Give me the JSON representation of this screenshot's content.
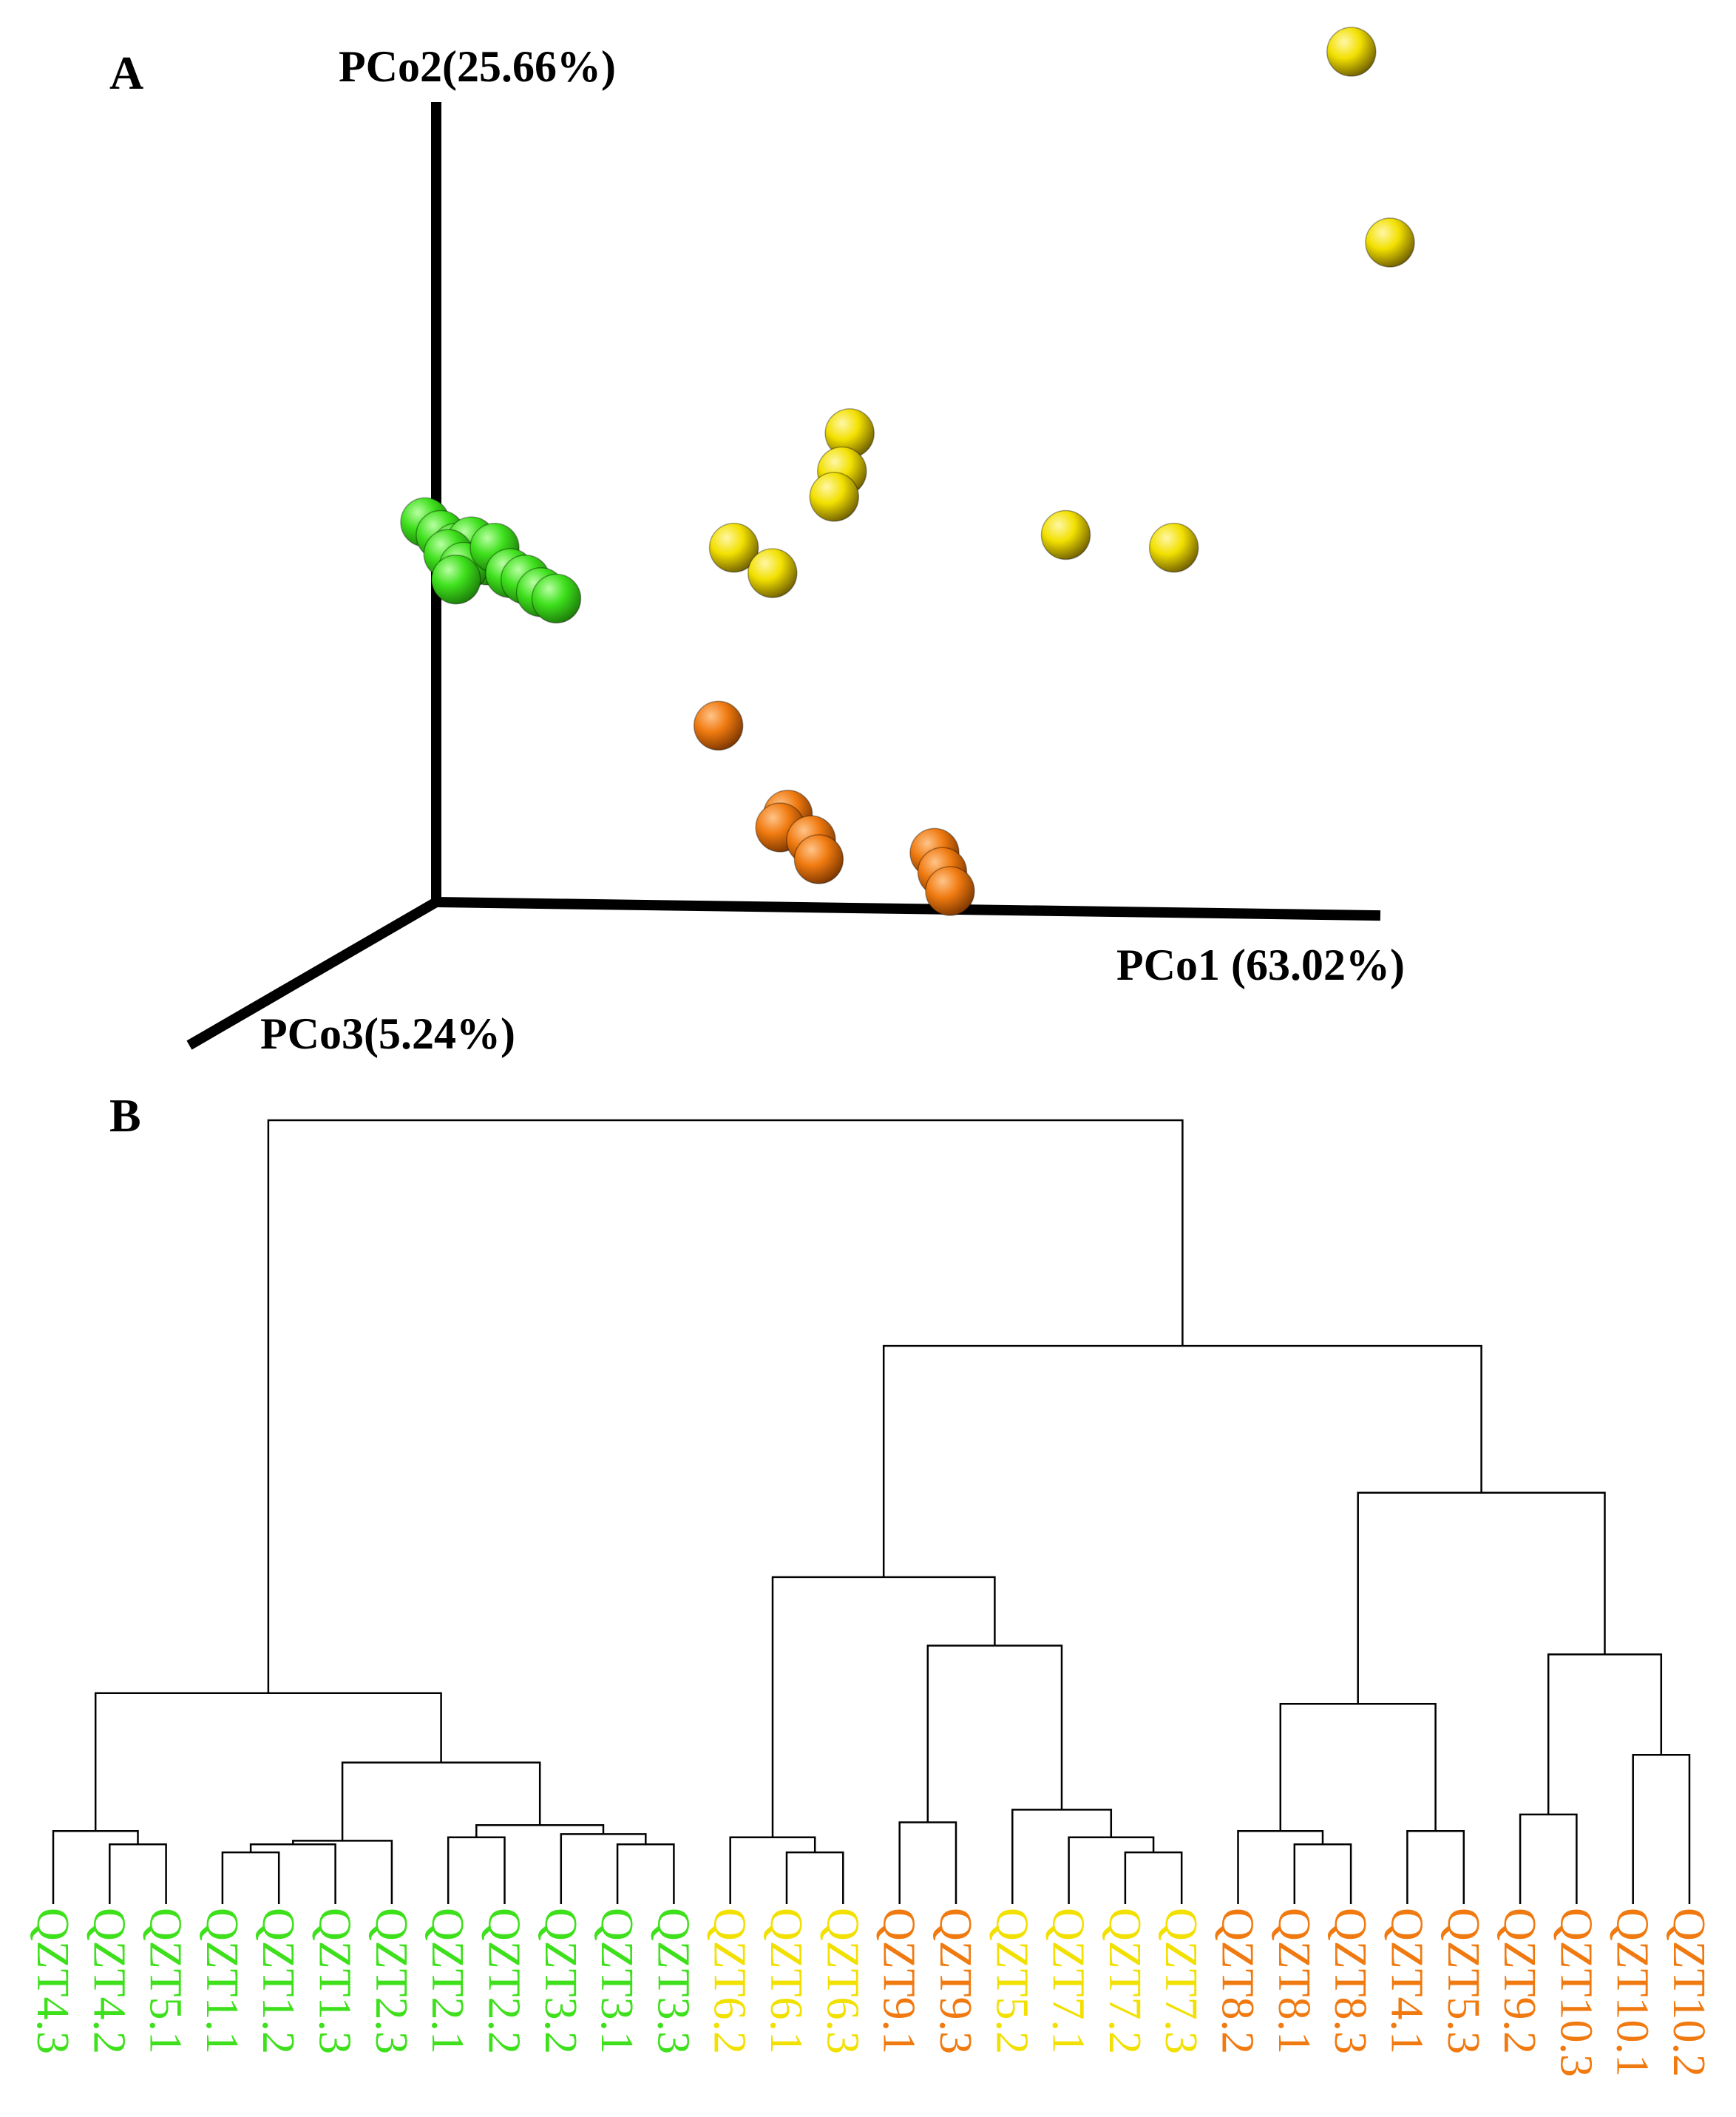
{
  "colors": {
    "green": "#3ee01c",
    "yellow": "#f2e000",
    "orange": "#f07a10",
    "axis": "#000000"
  },
  "chart_data": [
    {
      "panel": "A",
      "type": "scatter",
      "dimensions": 3,
      "xlabel": "PCo1 (63.02%)",
      "ylabel": "PCo2(25.66%)",
      "zlabel": "PCo3(5.24%)",
      "series": [
        {
          "color": "green",
          "points": [
            {
              "x": -0.45,
              "y": 0.05
            },
            {
              "x": -0.43,
              "y": 0.04
            },
            {
              "x": -0.41,
              "y": 0.03
            },
            {
              "x": -0.39,
              "y": 0.035
            },
            {
              "x": -0.37,
              "y": 0.02
            },
            {
              "x": -0.42,
              "y": 0.025
            },
            {
              "x": -0.4,
              "y": 0.015
            },
            {
              "x": -0.36,
              "y": 0.03
            },
            {
              "x": -0.41,
              "y": 0.005
            },
            {
              "x": -0.34,
              "y": 0.01
            },
            {
              "x": -0.32,
              "y": 0.005
            },
            {
              "x": -0.3,
              "y": -0.005
            },
            {
              "x": -0.28,
              "y": -0.01
            }
          ]
        },
        {
          "color": "yellow",
          "points": [
            {
              "x": 0.75,
              "y": 0.42
            },
            {
              "x": 0.8,
              "y": 0.27
            },
            {
              "x": 0.1,
              "y": 0.12
            },
            {
              "x": 0.09,
              "y": 0.09
            },
            {
              "x": 0.08,
              "y": 0.07
            },
            {
              "x": 0.38,
              "y": 0.04
            },
            {
              "x": 0.52,
              "y": 0.03
            },
            {
              "x": -0.05,
              "y": 0.03
            },
            {
              "x": 0.0,
              "y": 0.01
            }
          ]
        },
        {
          "color": "orange",
          "points": [
            {
              "x": -0.07,
              "y": -0.11
            },
            {
              "x": 0.02,
              "y": -0.18
            },
            {
              "x": 0.01,
              "y": -0.19
            },
            {
              "x": 0.05,
              "y": -0.2
            },
            {
              "x": 0.06,
              "y": -0.215
            },
            {
              "x": 0.21,
              "y": -0.21
            },
            {
              "x": 0.22,
              "y": -0.225
            },
            {
              "x": 0.23,
              "y": -0.24
            }
          ]
        }
      ]
    },
    {
      "panel": "B",
      "type": "dendrogram",
      "leaves": [
        {
          "label": "QZT4.3",
          "color": "green"
        },
        {
          "label": "QZT4.2",
          "color": "green"
        },
        {
          "label": "QZT5.1",
          "color": "green"
        },
        {
          "label": "QZT1.1",
          "color": "green"
        },
        {
          "label": "QZT1.2",
          "color": "green"
        },
        {
          "label": "QZT1.3",
          "color": "green"
        },
        {
          "label": "QZT2.3",
          "color": "green"
        },
        {
          "label": "QZT2.1",
          "color": "green"
        },
        {
          "label": "QZT2.2",
          "color": "green"
        },
        {
          "label": "QZT3.2",
          "color": "green"
        },
        {
          "label": "QZT3.1",
          "color": "green"
        },
        {
          "label": "QZT3.3",
          "color": "green"
        },
        {
          "label": "QZT6.2",
          "color": "yellow"
        },
        {
          "label": "QZT6.1",
          "color": "yellow"
        },
        {
          "label": "QZT6.3",
          "color": "yellow"
        },
        {
          "label": "QZT9.1",
          "color": "orange"
        },
        {
          "label": "QZT9.3",
          "color": "orange"
        },
        {
          "label": "QZT5.2",
          "color": "yellow"
        },
        {
          "label": "QZT7.1",
          "color": "yellow"
        },
        {
          "label": "QZT7.2",
          "color": "yellow"
        },
        {
          "label": "QZT7.3",
          "color": "yellow"
        },
        {
          "label": "QZT8.2",
          "color": "orange"
        },
        {
          "label": "QZT8.1",
          "color": "orange"
        },
        {
          "label": "QZT8.3",
          "color": "orange"
        },
        {
          "label": "QZT4.1",
          "color": "orange"
        },
        {
          "label": "QZT5.3",
          "color": "orange"
        },
        {
          "label": "QZT9.2",
          "color": "orange"
        },
        {
          "label": "QZT10.3",
          "color": "orange"
        },
        {
          "label": "QZT10.1",
          "color": "orange"
        },
        {
          "label": "QZT10.2",
          "color": "orange"
        }
      ],
      "merges": [
        {
          "a": 1,
          "b": 2,
          "height": 0.08
        },
        {
          "a": 0,
          "b": "m0",
          "height": 0.12
        },
        {
          "a": 3,
          "b": 4,
          "height": 0.06
        },
        {
          "a": "m2",
          "b": 5,
          "height": 0.08
        },
        {
          "a": "m3",
          "b": 6,
          "height": 0.09
        },
        {
          "a": 7,
          "b": 8,
          "height": 0.1
        },
        {
          "a": 10,
          "b": 11,
          "height": 0.08
        },
        {
          "a": 9,
          "b": "m6",
          "height": 0.11
        },
        {
          "a": "m5",
          "b": "m7",
          "height": 0.14
        },
        {
          "a": "m4",
          "b": "m8",
          "height": 0.45
        },
        {
          "a": "m1",
          "b": "m9",
          "height": 1.0
        },
        {
          "a": 13,
          "b": 14,
          "height": 0.06
        },
        {
          "a": 12,
          "b": "m11",
          "height": 0.1
        },
        {
          "a": 15,
          "b": 16,
          "height": 0.15
        },
        {
          "a": 19,
          "b": 20,
          "height": 0.06
        },
        {
          "a": 18,
          "b": "m14",
          "height": 0.1
        },
        {
          "a": 17,
          "b": "m15",
          "height": 0.2
        },
        {
          "a": "m13",
          "b": "m16",
          "height": 1.5
        },
        {
          "a": "m12",
          "b": "m17",
          "height": 2.4
        },
        {
          "a": 22,
          "b": 23,
          "height": 0.08
        },
        {
          "a": 21,
          "b": "m19",
          "height": 0.12
        },
        {
          "a": 24,
          "b": 25,
          "height": 0.12
        },
        {
          "a": "m20",
          "b": "m21",
          "height": 0.9
        },
        {
          "a": 26,
          "b": 27,
          "height": 0.18
        },
        {
          "a": 28,
          "b": 29,
          "height": 0.5
        },
        {
          "a": "m23",
          "b": "m24",
          "height": 1.4
        },
        {
          "a": "m22",
          "b": "m25",
          "height": 3.8
        },
        {
          "a": "m18",
          "b": "m26",
          "height": 7.0
        },
        {
          "a": "m10",
          "b": "m27",
          "height": 13.8
        }
      ]
    }
  ],
  "panels": {
    "a_letter": "A",
    "b_letter": "B"
  }
}
